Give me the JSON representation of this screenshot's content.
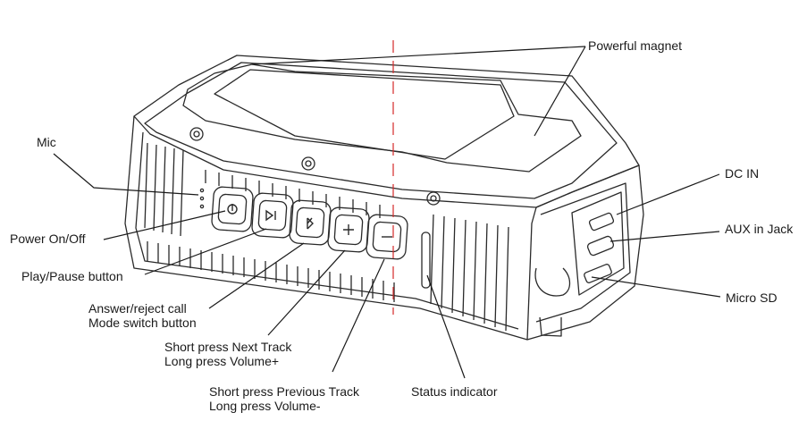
{
  "labels": {
    "powerful_magnet": "Powerful magnet",
    "mic": "Mic",
    "power_onoff": "Power On/Off",
    "play_pause": "Play/Pause button",
    "answer_reject_1": "Answer/reject call",
    "answer_reject_2": "Mode switch button",
    "next_track_1": "Short press Next Track",
    "next_track_2": "Long press Volume+",
    "prev_track_1": "Short press Previous Track",
    "prev_track_2": "Long press Volume-",
    "status_indicator": "Status indicator",
    "dc_in": "DC IN",
    "aux_in": "AUX in Jack",
    "micro_sd": "Micro SD"
  },
  "colors": {
    "line": "#1a1a1a",
    "centerline": "#d42a2a"
  }
}
